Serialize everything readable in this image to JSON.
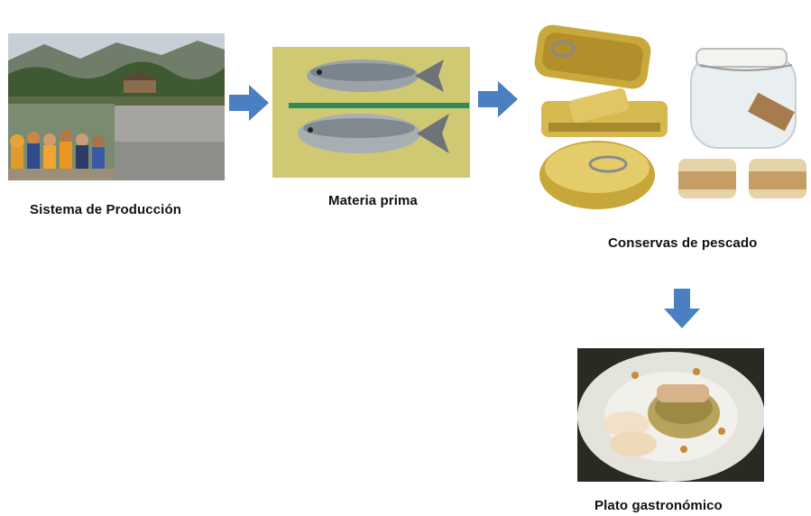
{
  "diagram": {
    "stages": [
      {
        "id": "production",
        "label": "Sistema de Producción",
        "image": "fish-pond-photo"
      },
      {
        "id": "raw",
        "label": "Materia prima",
        "image": "raw-fish-photo"
      },
      {
        "id": "canned",
        "label": "Conservas de pescado",
        "image": "canned-fish-photo"
      },
      {
        "id": "dish",
        "label": "Plato gastronómico",
        "image": "plated-dish-photo"
      }
    ],
    "arrow_color": "#4a7fc1"
  }
}
